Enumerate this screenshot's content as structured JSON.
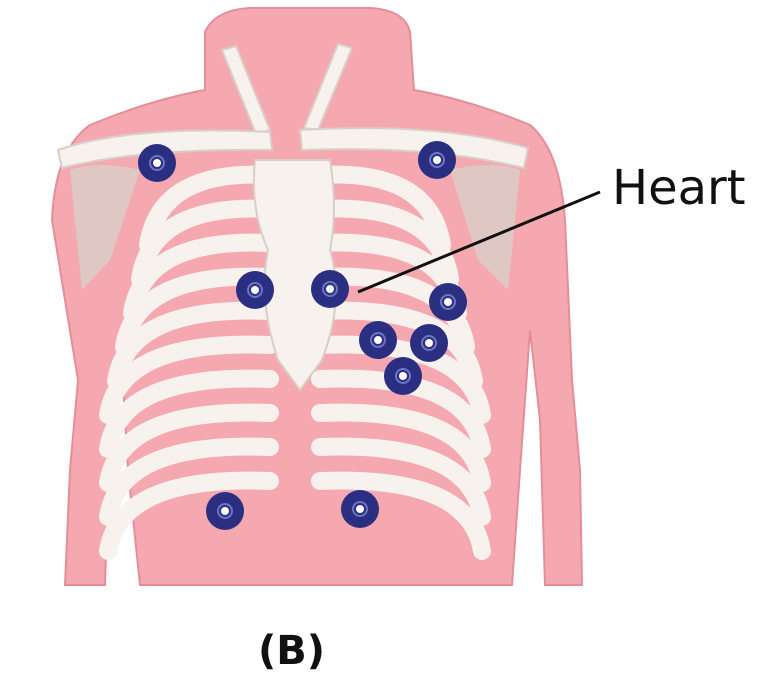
{
  "labels": {
    "heart": "Heart",
    "panel": "(B)"
  },
  "colors": {
    "skin": "#f5a8b0",
    "skin_edge": "#e48e98",
    "bone": "#f7f2ee",
    "bone_shade": "#d9cfc8",
    "electrode": "#2a2f82",
    "electrode_center": "#ffffff",
    "leader_line": "#111111"
  },
  "electrodes": [
    {
      "name": "electrode-right-shoulder"
    },
    {
      "name": "electrode-left-shoulder"
    },
    {
      "name": "electrode-v1"
    },
    {
      "name": "electrode-v2"
    },
    {
      "name": "electrode-v3"
    },
    {
      "name": "electrode-v4"
    },
    {
      "name": "electrode-v5"
    },
    {
      "name": "electrode-v6"
    },
    {
      "name": "electrode-right-hip"
    },
    {
      "name": "electrode-left-hip"
    }
  ]
}
